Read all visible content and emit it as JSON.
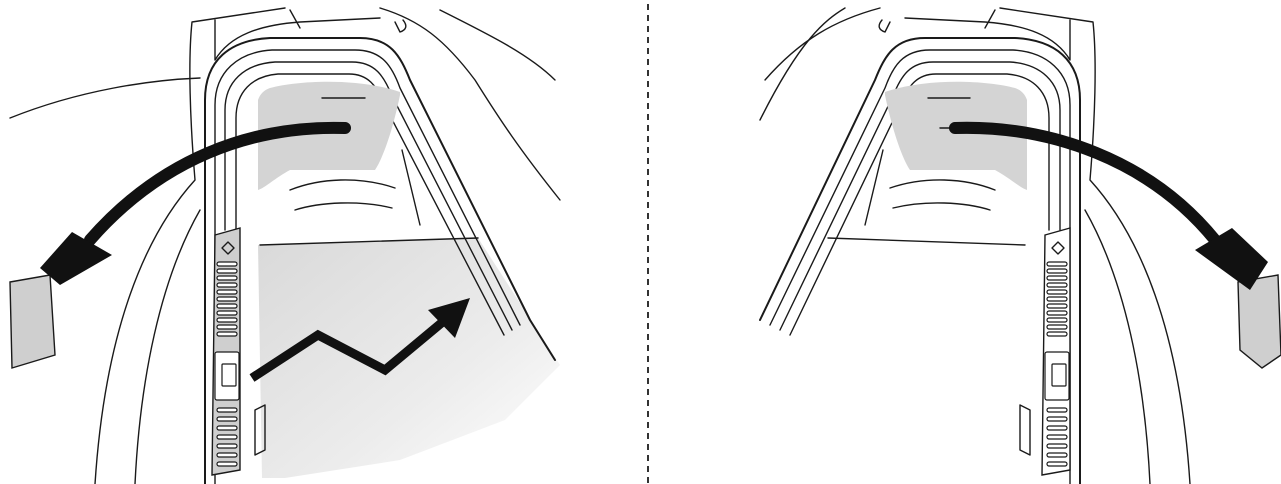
{
  "figure": {
    "panels": [
      {
        "id": "left",
        "description_key": "remove-cover-driver-side"
      },
      {
        "id": "right",
        "description_key": "remove-cover-passenger-side"
      }
    ],
    "colors": {
      "outline": "#1a1a1a",
      "highlight_fill": "#d4d4d4",
      "cover_fill": "#cfcfcf",
      "arrow": "#111111",
      "divider": "#333333"
    }
  }
}
